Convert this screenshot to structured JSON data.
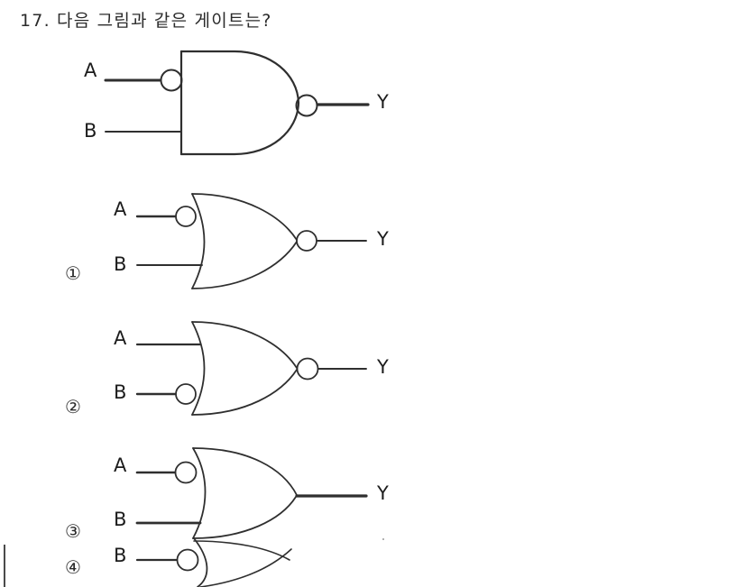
{
  "document": {
    "question_number": "17.",
    "question_text": "17. 다음 그림과 같은 게이트는?"
  },
  "stem_diagram": {
    "name": "stem-gate-diagram",
    "gate_type": "AND",
    "input_labels": [
      "A",
      "B"
    ],
    "output_label": "Y",
    "input_a_bubble": true,
    "input_b_bubble": false,
    "output_bubble": true,
    "description": "AND gate with inversion bubble on input A and inversion bubble on output"
  },
  "options": [
    {
      "number": "①",
      "name": "option-1",
      "gate_type": "OR",
      "input_labels": [
        "A",
        "B"
      ],
      "output_label": "Y",
      "input_a_bubble": true,
      "input_b_bubble": false,
      "output_bubble": true,
      "description": "OR gate with inversion bubble on input A and inversion bubble on output"
    },
    {
      "number": "②",
      "name": "option-2",
      "gate_type": "OR",
      "input_labels": [
        "A",
        "B"
      ],
      "output_label": "Y",
      "input_a_bubble": false,
      "input_b_bubble": true,
      "output_bubble": true,
      "description": "OR gate with inversion bubble on input B and inversion bubble on output"
    },
    {
      "number": "③",
      "name": "option-3",
      "gate_type": "OR",
      "input_labels": [
        "A",
        "B"
      ],
      "output_label": "Y",
      "input_a_bubble": true,
      "input_b_bubble": false,
      "output_bubble": false,
      "description": "OR gate with inversion bubble on input A, no output bubble"
    },
    {
      "number": "④",
      "name": "option-4",
      "gate_type": "OR",
      "input_labels": [
        "B"
      ],
      "output_label": "",
      "input_a_bubble": false,
      "input_b_bubble": true,
      "output_bubble": false,
      "description": "Partially visible OR gate with inversion bubble on input B, cropped at page bottom"
    }
  ],
  "colors": {
    "ink": "#1c1c1c",
    "line": "#2f2f2f",
    "background": "#ffffff",
    "edge_rule": "#4a4a4a"
  }
}
